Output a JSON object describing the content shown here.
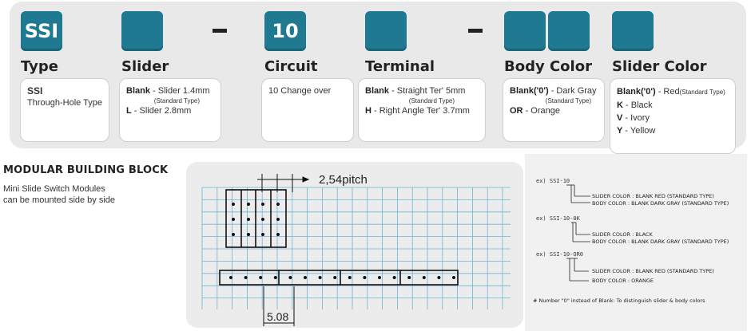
{
  "code": {
    "type_code": "SSI",
    "circuit_code": "10"
  },
  "fields": {
    "type": {
      "title": "Type",
      "name": "SSI",
      "description": "Through-Hole Type"
    },
    "slider": {
      "title": "Slider",
      "options": [
        {
          "code": "Blank",
          "text": "- Slider 1.4mm",
          "note": "(Standard Type)"
        },
        {
          "code": "L",
          "text": "- Slider 2.8mm",
          "note": ""
        }
      ]
    },
    "circuit": {
      "title": "Circuit",
      "text": "10 Change over"
    },
    "terminal": {
      "title": "Terminal",
      "options": [
        {
          "code": "Blank",
          "text": "- Straight Ter' 5mm",
          "note": "(Standard Type)"
        },
        {
          "code": "H",
          "text": "- Right Angle Ter' 3.7mm",
          "note": ""
        }
      ]
    },
    "body_color": {
      "title": "Body Color",
      "options": [
        {
          "code": "Blank('0')",
          "text": "- Dark Gray",
          "note": "(Standard Type)"
        },
        {
          "code": "OR",
          "text": "- Orange",
          "note": ""
        }
      ]
    },
    "slider_color": {
      "title": "Slider Color",
      "options": [
        {
          "code": "Blank('0')",
          "text": "- Red",
          "note": "(Standard Type)"
        },
        {
          "code": "K",
          "text": "- Black",
          "note": ""
        },
        {
          "code": "V",
          "text": "- Ivory",
          "note": ""
        },
        {
          "code": "Y",
          "text": "- Yellow",
          "note": ""
        }
      ]
    }
  },
  "modular": {
    "title": "MODULAR BUILDING BLOCK",
    "line1": "Mini Slide Switch Modules",
    "line2": "can be mounted side by side"
  },
  "diagram": {
    "pitch_label": "2,54pitch",
    "spacing_label": "5.08"
  },
  "examples": {
    "ex1": "ex) SSI-10",
    "ex1_slider": "SLIDER COLOR : BLANK RED (STANDARD TYPE)",
    "ex1_body": "BODY COLOR : BLANK DARK GRAY (STANDARD TYPE)",
    "ex2": "ex) SSI-10-0K",
    "ex2_slider": "SLIDER COLOR : BLACK",
    "ex2_body": "BODY COLOR : BLANK DARK GRAY (STANDARD TYPE)",
    "ex3": "ex) SSI-10-OR0",
    "ex3_slider": "SLIDER COLOR : BLANK RED (STANDARD TYPE)",
    "ex3_body": "BODY COLOR : ORANGE",
    "footnote": "# Number \"0\" instead of Blank: To distinguish slider & body colors"
  },
  "colors": {
    "code_box": "#1f7a91",
    "grid": "#6db3d6"
  }
}
